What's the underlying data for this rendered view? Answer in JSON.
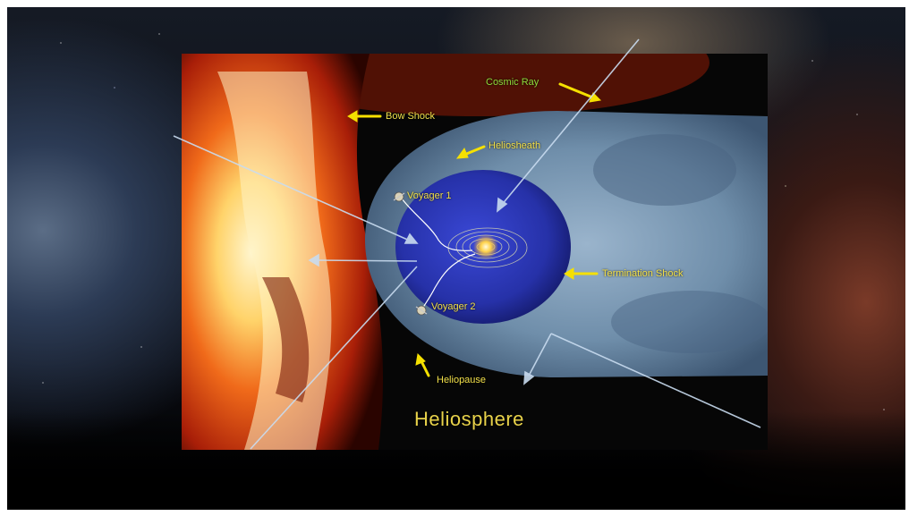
{
  "diagram": {
    "title": "Heliosphere",
    "labels": {
      "cosmic_ray": "Cosmic Ray",
      "bow_shock": "Bow Shock",
      "heliosheath": "Heliosheath",
      "voyager_1": "Voyager 1",
      "termination_shock": "Termination Shock",
      "voyager_2": "Voyager 2",
      "heliopause": "Heliopause"
    },
    "colors": {
      "label_yellow": "#f2e04a",
      "cosmic_green": "#8fdc3a",
      "arrow_yellow": "#f5e000",
      "heliosheath_blue": "#8aa6c4",
      "termination_blue": "#2a34b8"
    },
    "icons": [
      "voyager-1-probe-icon",
      "voyager-2-probe-icon",
      "sun-icon"
    ]
  }
}
